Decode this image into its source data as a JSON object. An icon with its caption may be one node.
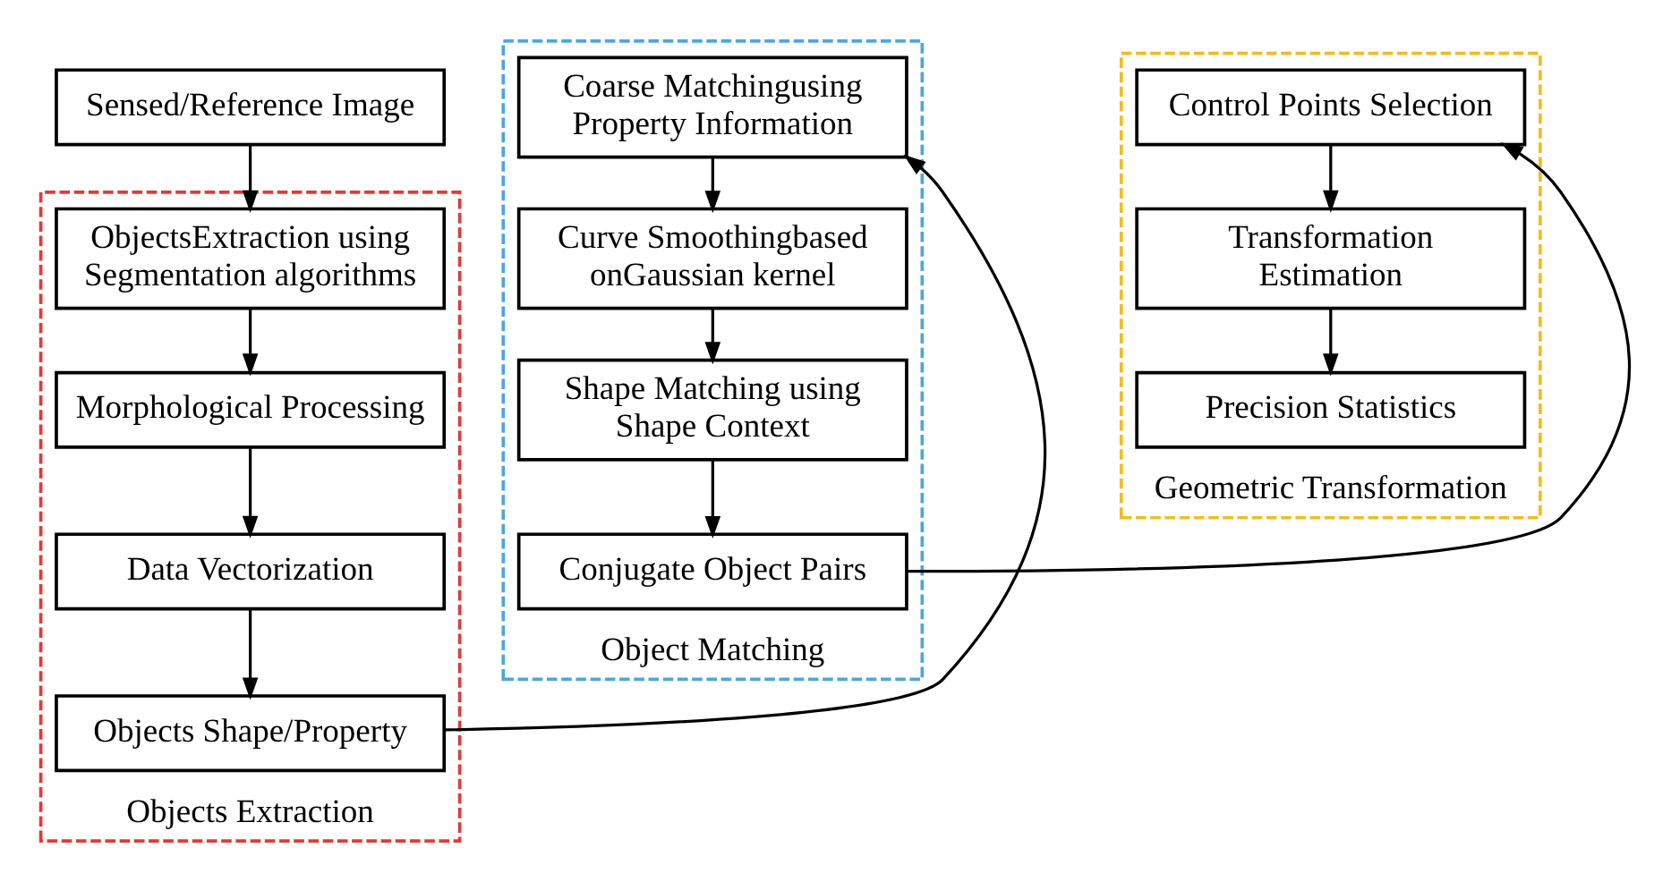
{
  "diagram": {
    "nodes": [
      {
        "text": [
          "Sensed/Reference Image"
        ]
      },
      {
        "text": [
          "Objects Extraction"
        ]
      },
      {
        "text": [
          "ObjectsExtraction using Segmentation algorithms"
        ],
        "in": 1
      },
      {
        "text": [
          "Morphological Processing"
        ],
        "in": 1
      },
      {
        "text": [
          "Data Vectorization"
        ],
        "in": 1
      },
      {
        "text": [
          "Objects Shape/Property"
        ],
        "in": 1
      },
      {
        "text": [
          "Object Matching"
        ]
      },
      {
        "text": [
          "Coarse Matchingusing Property Information"
        ],
        "in": 6
      },
      {
        "text": [
          "Curve Smoothingbased onGaussian kernel"
        ],
        "in": 6
      },
      {
        "text": [
          "Shape Matching using Shape Context"
        ],
        "in": 6
      },
      {
        "text": [
          "Conjugate Object Pairs"
        ],
        "in": 6
      },
      {
        "text": [
          "Geometric Transformation"
        ]
      },
      {
        "text": [
          "Control Points Selection"
        ],
        "in": 11
      },
      {
        "text": [
          "Transformation Estimation"
        ],
        "in": 11
      },
      {
        "text": [
          "Precision Statistics"
        ],
        "in": 11
      }
    ],
    "edges": [
      {
        "from": 0,
        "to": 2,
        "arrow": "to"
      },
      {
        "from": 2,
        "to": 3,
        "arrow": "to"
      },
      {
        "from": 3,
        "to": 4,
        "arrow": "to"
      },
      {
        "from": 4,
        "to": 5,
        "arrow": "to"
      },
      {
        "from": 5,
        "to": 7,
        "arrow": "to"
      },
      {
        "from": 7,
        "to": 8,
        "arrow": "to"
      },
      {
        "from": 8,
        "to": 9,
        "arrow": "to"
      },
      {
        "from": 9,
        "to": 10,
        "arrow": "to"
      },
      {
        "from": 10,
        "to": 12,
        "arrow": "to"
      },
      {
        "from": 12,
        "to": 13,
        "arrow": "to"
      },
      {
        "from": 13,
        "to": 14,
        "arrow": "to"
      }
    ]
  }
}
